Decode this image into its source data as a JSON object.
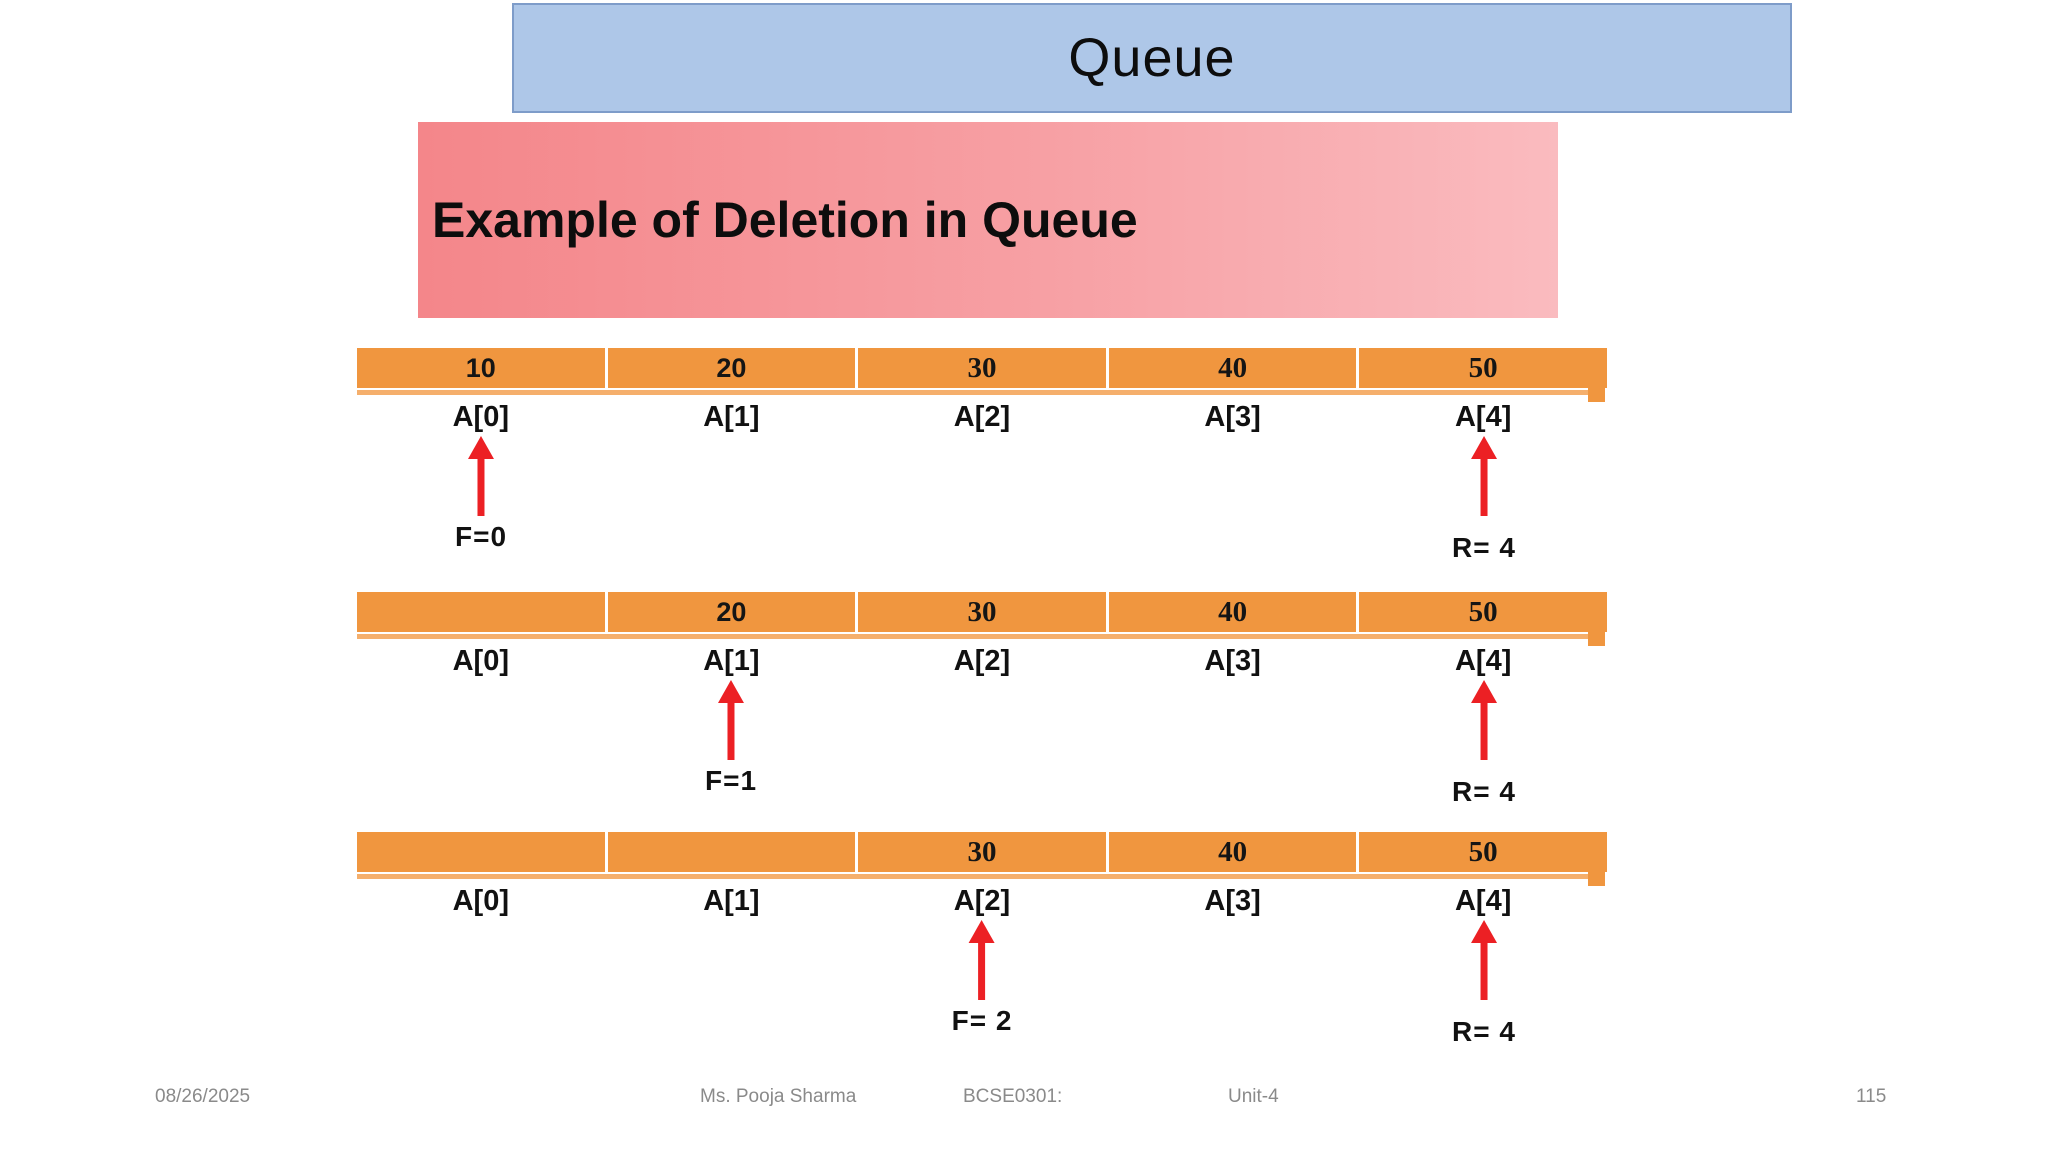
{
  "slide": {
    "title": "Queue",
    "subtitle": "Example of Deletion in Queue"
  },
  "colors": {
    "title_bg": "#aec7e8",
    "title_border": "#7e9cc9",
    "banner_gradient_from": "#f4868a",
    "banner_gradient_to": "#fabbbf",
    "cell_orange": "#f0963f",
    "strip_orange": "#f5af6c",
    "arrow_red": "#ec2024",
    "footer_gray": "#8a8a8a"
  },
  "queue_rows": [
    {
      "cells": [
        {
          "value": "10",
          "label": "A[0]"
        },
        {
          "value": "20",
          "label": "A[1]"
        },
        {
          "value": "30",
          "label": "A[2]"
        },
        {
          "value": "40",
          "label": "A[3]"
        },
        {
          "value": "50",
          "label": "A[4]"
        }
      ],
      "front": {
        "index": 0,
        "label": "F=0"
      },
      "rear": {
        "index": 4,
        "label": "R= 4"
      }
    },
    {
      "cells": [
        {
          "value": "",
          "label": "A[0]"
        },
        {
          "value": "20",
          "label": "A[1]"
        },
        {
          "value": "30",
          "label": "A[2]"
        },
        {
          "value": "40",
          "label": "A[3]"
        },
        {
          "value": "50",
          "label": "A[4]"
        }
      ],
      "front": {
        "index": 1,
        "label": "F=1"
      },
      "rear": {
        "index": 4,
        "label": "R= 4"
      }
    },
    {
      "cells": [
        {
          "value": "",
          "label": "A[0]"
        },
        {
          "value": "",
          "label": "A[1]"
        },
        {
          "value": "30",
          "label": "A[2]"
        },
        {
          "value": "40",
          "label": "A[3]"
        },
        {
          "value": "50",
          "label": "A[4]"
        }
      ],
      "front": {
        "index": 2,
        "label": "F= 2"
      },
      "rear": {
        "index": 4,
        "label": "R= 4"
      }
    }
  ],
  "footer": {
    "date": "08/26/2025",
    "author": "Ms. Pooja Sharma",
    "course": "BCSE0301:",
    "unit": "Unit-4",
    "page": "115"
  }
}
